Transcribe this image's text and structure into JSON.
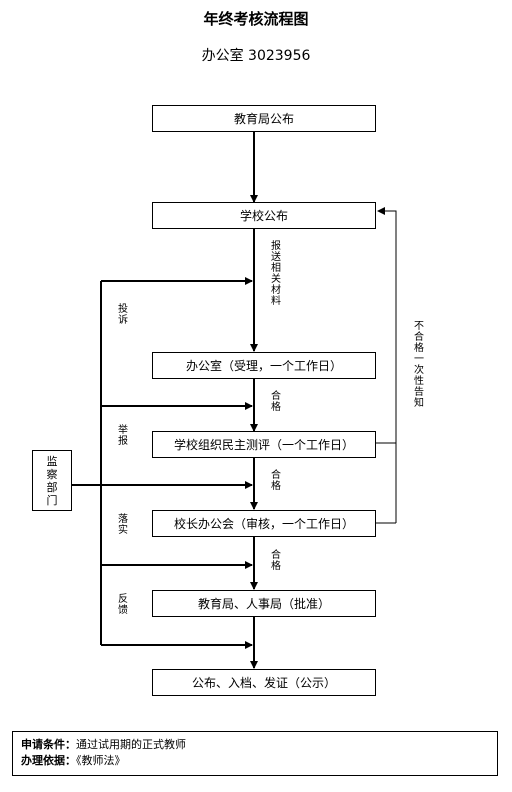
{
  "header": {
    "title": "年终考核流程图",
    "subtitle": "办公室 3023956"
  },
  "flow": {
    "step1": "教育局公布",
    "step2": "学校公布",
    "step3": "办公室（受理，一个工作日）",
    "step4": "学校组织民主测评（一个工作日）",
    "step5": "校长办公会（审核，一个工作日）",
    "step6": "教育局、人事局（批准）",
    "step7": "公布、入档、发证（公示）"
  },
  "labels": {
    "submit_materials": "报送相关材料",
    "qualified_1": "合格",
    "qualified_2": "合格",
    "qualified_3": "合格",
    "complaint": "投诉",
    "report": "举报",
    "implement": "落实",
    "feedback": "反馈",
    "unqualified_notice": "不合格一次性告知"
  },
  "supervision": {
    "label": "监察部门"
  },
  "footer": {
    "condition_label": "申请条件：",
    "condition_value": "通过试用期的正式教师",
    "basis_label": "办理依据：",
    "basis_value": "《教师法》"
  }
}
